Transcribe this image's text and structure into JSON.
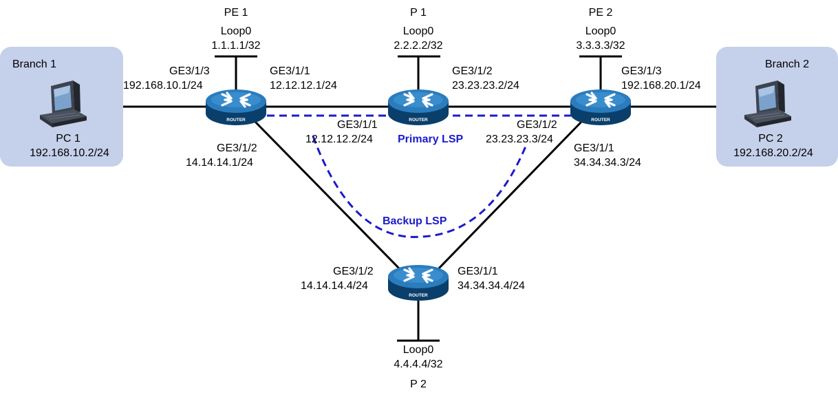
{
  "colors": {
    "branch_box": "#c5d0ea",
    "router_body": "#1f6ca6",
    "router_dark": "#0b3f6b",
    "link": "#000000",
    "lsp": "#1a1acc"
  },
  "icons": {
    "router": "router-icon",
    "pc": "pc-icon"
  },
  "branches": {
    "b1": {
      "label": "Branch 1",
      "pc_label": "PC 1",
      "pc_ip": "192.168.10.2/24"
    },
    "b2": {
      "label": "Branch 2",
      "pc_label": "PC 2",
      "pc_ip": "192.168.20.2/24"
    }
  },
  "routers": {
    "pe1": {
      "name": "PE 1",
      "loop": "Loop0",
      "loop_ip": "1.1.1.1/32",
      "badge": "ROUTER"
    },
    "p1": {
      "name": "P 1",
      "loop": "Loop0",
      "loop_ip": "2.2.2.2/32",
      "badge": "ROUTER"
    },
    "pe2": {
      "name": "PE 2",
      "loop": "Loop0",
      "loop_ip": "3.3.3.3/32",
      "badge": "ROUTER"
    },
    "p2": {
      "name": "P 2",
      "loop": "Loop0",
      "loop_ip": "4.4.4.4/32",
      "badge": "ROUTER"
    }
  },
  "interfaces": {
    "pe1_ge313": {
      "name": "GE3/1/3",
      "ip": "192.168.10.1/24"
    },
    "pe1_ge311": {
      "name": "GE3/1/1",
      "ip": "12.12.12.1/24"
    },
    "pe1_ge312": {
      "name": "GE3/1/2",
      "ip": "14.14.14.1/24"
    },
    "p1_ge311": {
      "name": "GE3/1/1",
      "ip": "12.12.12.2/24"
    },
    "p1_ge312": {
      "name": "GE3/1/2",
      "ip": "23.23.23.2/24"
    },
    "pe2_ge312": {
      "name": "GE3/1/2",
      "ip": "23.23.23.3/24"
    },
    "pe2_ge313": {
      "name": "GE3/1/3",
      "ip": "192.168.20.1/24"
    },
    "pe2_ge311": {
      "name": "GE3/1/1",
      "ip": "34.34.34.3/24"
    },
    "p2_ge312": {
      "name": "GE3/1/2",
      "ip": "14.14.14.4/24"
    },
    "p2_ge311": {
      "name": "GE3/1/1",
      "ip": "34.34.34.4/24"
    }
  },
  "lsps": {
    "primary": "Primary LSP",
    "backup": "Backup LSP"
  }
}
